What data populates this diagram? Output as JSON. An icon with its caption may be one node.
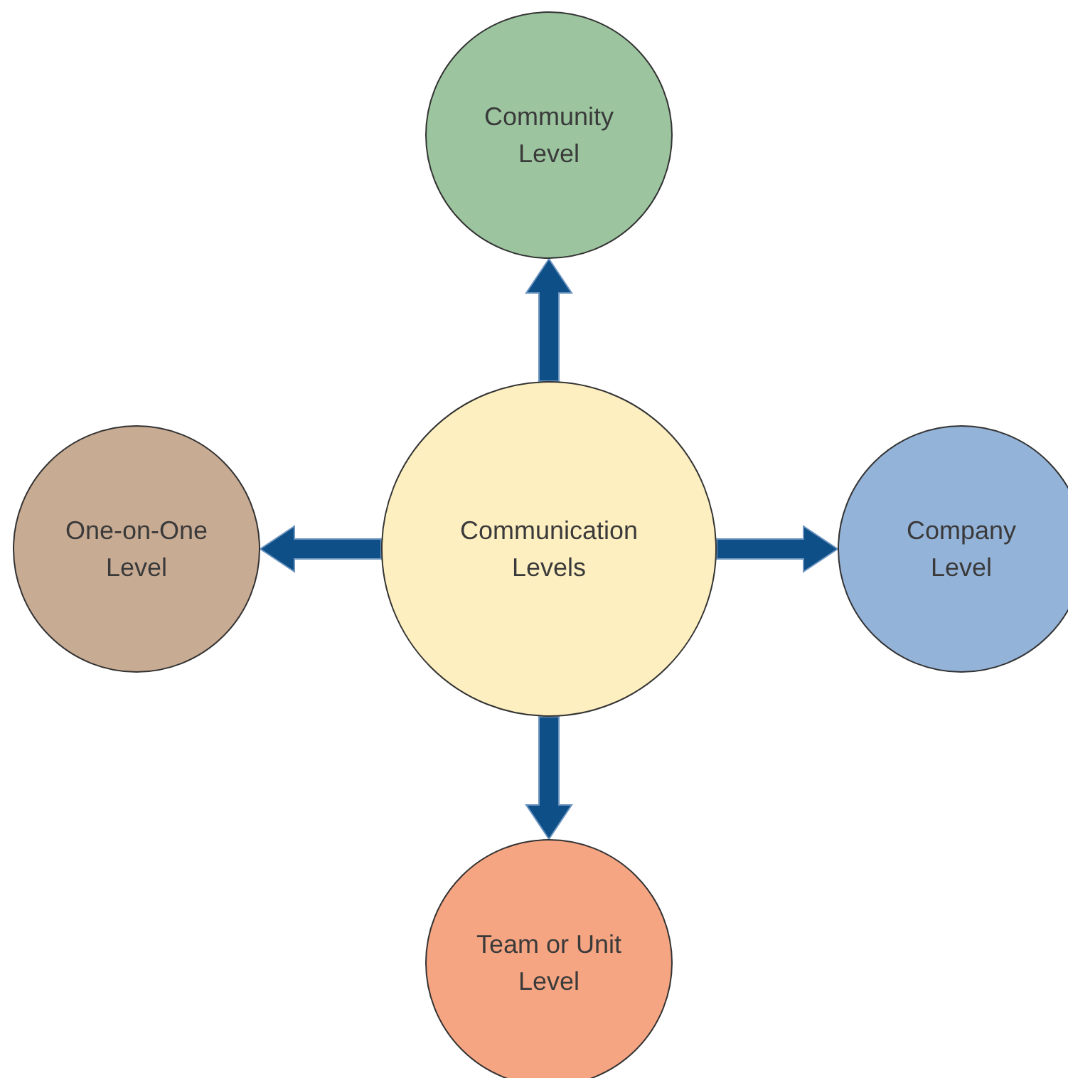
{
  "diagram": {
    "nodes": [
      {
        "text": [
          "Community Level"
        ]
      },
      {
        "text": [
          "One-on-One Level"
        ]
      },
      {
        "text": [
          "Communication Levels"
        ]
      },
      {
        "text": [
          "Company Level"
        ]
      },
      {
        "text": [
          "Team or Unit Level"
        ]
      }
    ],
    "edges": [
      {
        "from": 2,
        "to": 0,
        "arrow": "to"
      },
      {
        "from": 2,
        "to": 1,
        "arrow": "to"
      },
      {
        "from": 2,
        "to": 3,
        "arrow": "to"
      },
      {
        "from": 2,
        "to": 4,
        "arrow": "to"
      }
    ]
  }
}
